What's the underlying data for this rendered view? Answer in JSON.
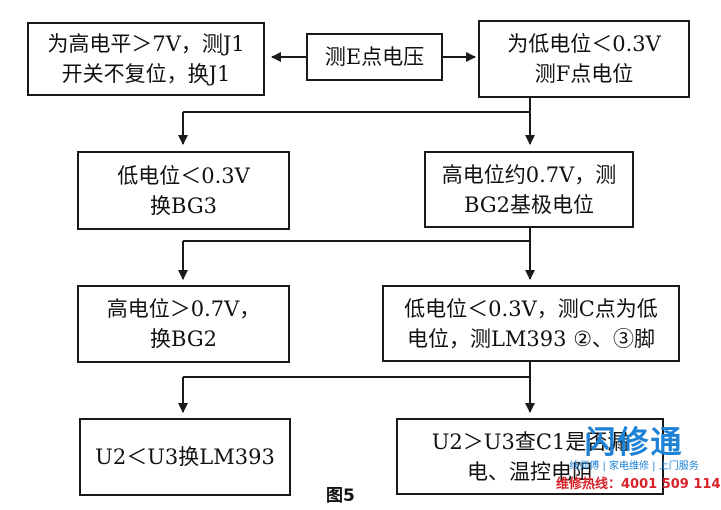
{
  "nodes": {
    "measure_e": "测E点电压",
    "high_gt_7v": "为高电平＞7V，测J1开关不复位，换J1",
    "low_lt_03v_f": "为低电位＜0.3V 测F点电位",
    "low_lt_03v_bg3": "低电位＜0.3V 换BG3",
    "high_07v_bg2base": "高电位约0.7V，测BG2基极电位",
    "high_gt_07v_bg2": "高电位＞0.7V，换BG2",
    "low_lt_03v_c": "低电位＜0.3V，测C点为低电位，测LM393 ②、③脚",
    "u2_lt_u3": "U2＜U3换LM393",
    "u2_gt_u3": "U2＞U3查C1是否漏电、温控电阻"
  },
  "caption": "图5",
  "watermark": {
    "brand": "闪修通",
    "tagline": "线师傅 | 家电维修 | 上门服务",
    "hotline": "维修热线：4001 509 114"
  }
}
